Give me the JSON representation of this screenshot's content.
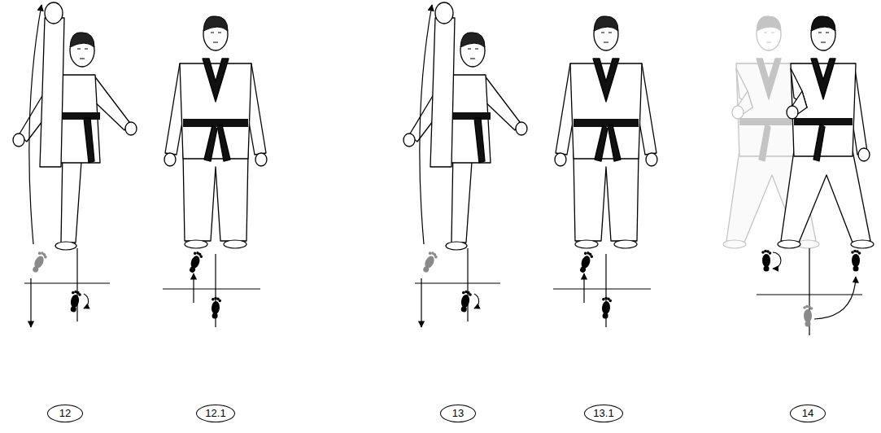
{
  "diagram": {
    "nodes": [
      {
        "text": [
          "12"
        ]
      },
      {
        "text": [
          "12.1"
        ]
      },
      {
        "text": [
          "13"
        ]
      },
      {
        "text": [
          "13.1"
        ]
      },
      {
        "text": [
          "14"
        ]
      }
    ]
  }
}
